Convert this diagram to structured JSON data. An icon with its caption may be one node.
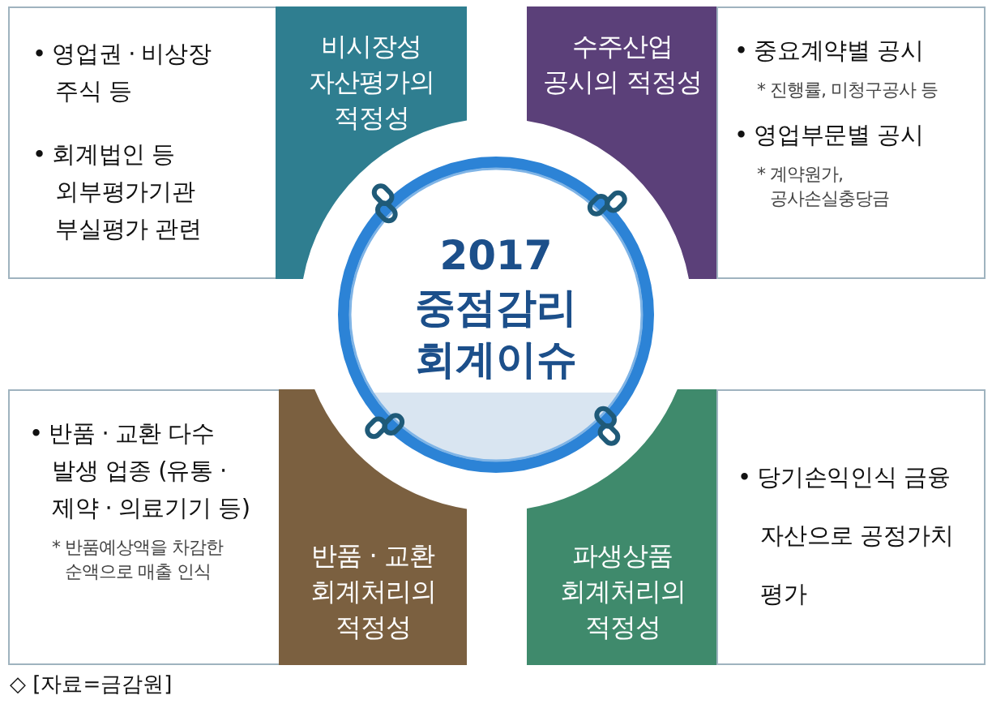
{
  "diagram": {
    "caption": "◇ [자료=금감원]",
    "nodes": [
      {
        "text": [
          "2017 중점감리 회계이슈"
        ]
      },
      {
        "text": [
          "• 영업권 · 비상장 주식 등",
          "• 회계법인 등 외부평가기관 부실평가 관련"
        ]
      },
      {
        "text": [
          "비시장성 자산평가의 적정성"
        ]
      },
      {
        "text": [
          "수주산업 공시의 적정성"
        ]
      },
      {
        "text": [
          "• 중요계약별 공시",
          "* 진행률, 미청구공사 등",
          "• 영업부문별 공시",
          "* 계약원가, 공사손실충당금"
        ]
      },
      {
        "text": [
          "• 반품 · 교환 다수 발생 업종 (유통 · 제약 · 의료기기 등)",
          "* 반품예상액을 차감한 순액으로 매출 인식"
        ]
      },
      {
        "text": [
          "반품 · 교환 회계처리의 적정성"
        ]
      },
      {
        "text": [
          "파생상품 회계처리의 적정성"
        ]
      },
      {
        "text": [
          "• 당기손익인식 금융 자산으로 공정가치 평가"
        ]
      }
    ]
  }
}
